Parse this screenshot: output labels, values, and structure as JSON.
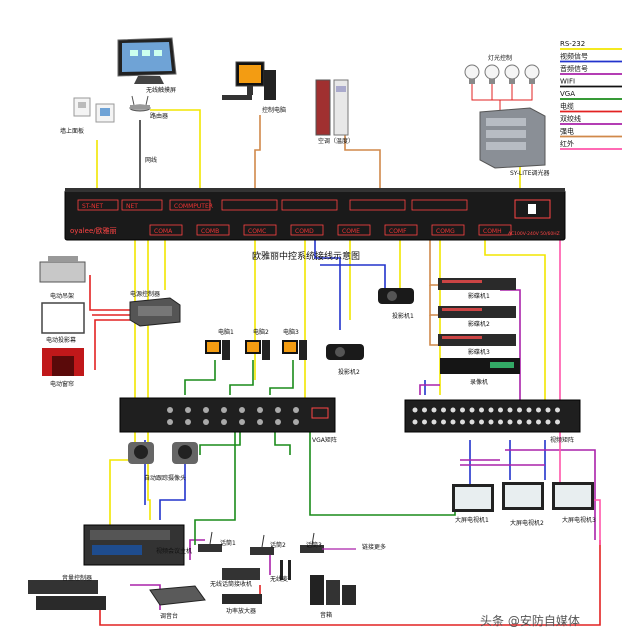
{
  "diagram": {
    "title": "欧雅丽中控系统接线示意图",
    "brand": "oyalee/欧雅丽",
    "watermark": "头条 @安防自媒体",
    "legend": [
      {
        "label": "RS-232",
        "color": "#f2e600"
      },
      {
        "label": "视频信号",
        "color": "#2233cc"
      },
      {
        "label": "音频信号",
        "color": "#aa22aa"
      },
      {
        "label": "WIFI",
        "color": "#111111"
      },
      {
        "label": "VGA",
        "color": "#1a8c1a"
      },
      {
        "label": "电缆",
        "color": "#e22222"
      },
      {
        "label": "双绞线",
        "color": "#aa22aa"
      },
      {
        "label": "强电",
        "color": "#d0894a"
      },
      {
        "label": "红外",
        "color": "#ff55aa"
      }
    ],
    "top_ports": [
      "ST-NET",
      "NET",
      "COMMPUTER",
      "",
      "",
      "",
      ""
    ],
    "bottom_ports": [
      "COMA",
      "COMB",
      "COMC",
      "COMD",
      "COME",
      "COMF",
      "COMG",
      "COMH"
    ],
    "power_label": "AC100V-240V 50/60HZ",
    "labels": {
      "touch_screen": "无线触摸屏",
      "router": "路由器",
      "wall_panel": "墙上面板",
      "network_cable": "网线",
      "control_pc": "控制电脑",
      "air_conditioner": "空调（温度）",
      "light_control": "灯光控制",
      "dimmer": "SY-LITE调光器",
      "power_controller": "电源控制器",
      "electric_lift": "电动吊架",
      "projection_screen": "电动投影幕",
      "electric_curtain": "电动窗帘",
      "computer1": "电脑1",
      "computer2": "电脑2",
      "computer3": "电脑3",
      "projector1": "投影机1",
      "projector2": "投影机2",
      "dvd1": "影碟机1",
      "dvd2": "影碟机2",
      "dvd3": "影碟机3",
      "recorder": "录像机",
      "vga_matrix": "VGA矩阵",
      "video_matrix": "视频矩阵",
      "tracking_camera": "自动跟踪摄像头",
      "tv1": "大屏电视机1",
      "tv2": "大屏电视机2",
      "tv3": "大屏电视机3",
      "mic1": "话筒1",
      "mic2": "话筒2",
      "mic3": "话筒3",
      "connect_more": "链接更多",
      "video_host": "视频会议主机",
      "wireless_receiver": "无线话筒接收机",
      "wireless_mic": "无线麦",
      "audio_matrix": "音量控制器",
      "mixer": "调音台",
      "power_amp": "功率放大器",
      "speaker": "音箱"
    }
  }
}
